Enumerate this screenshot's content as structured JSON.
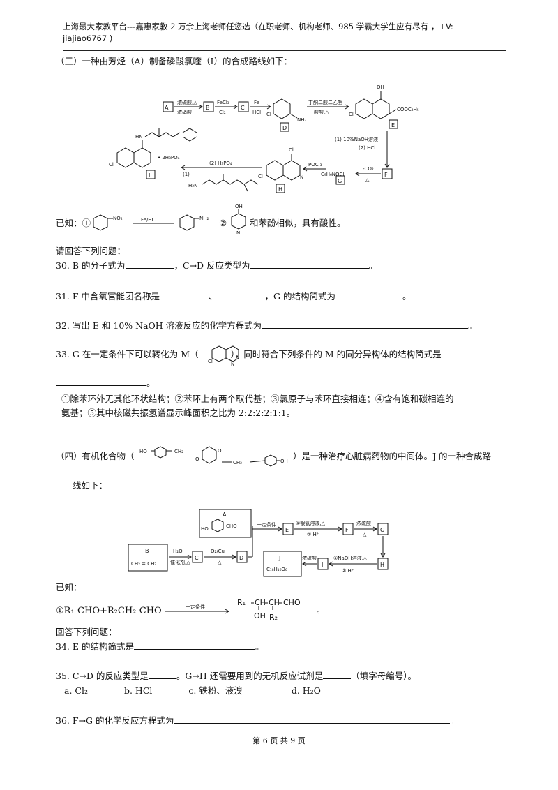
{
  "header": {
    "line1": "上海最大家教平台---嘉惠家教    2 万余上海老师任您选（在职老师、机构老师、985 学霸大学生应有尽有   ，+V:",
    "line2": "jiajiao6767 )"
  },
  "section3": {
    "title": "（三）一种由芳烃（A）制备磷酸氯喹（I）的合成路线如下：",
    "scheme": {
      "A": "A",
      "B": "B",
      "C": "C",
      "D": "D",
      "E": "E",
      "F": "F",
      "G": "G",
      "H": "H",
      "I": "I",
      "r1_top": "浓硫酸,△",
      "r1_bot": "浓硝酸",
      "r2_top": "FeCl₃",
      "r2_bot": "Cl₂",
      "r3_top": "Fe",
      "r3_bot": "HCl",
      "r4_top": "丁酮二酸二乙酯",
      "r4_bot": "酸酸,△",
      "e_oh": "OH",
      "e_cl": "Cl",
      "e_ester": "COOC₂H₅",
      "d_cl": "Cl",
      "d_nh2": "NH₂",
      "r5_a": "(1) 10%NaOH溶液",
      "r5_b": "(2) HCl",
      "r6_top": "-CO₂",
      "r6_bot": "△",
      "g_formula": "C₉H₆NOCl",
      "r7": "POCl₃",
      "h_cl": "Cl",
      "h_cl2": "Cl",
      "h_n": "N",
      "r8_a": "(2) H₃PO₄",
      "r8_b": "(1)",
      "side_amine": "H₂N",
      "i_hn": "HN",
      "i_cl": "Cl",
      "i_acid": "• 2H₃PO₄"
    },
    "known_label": "已知：①",
    "known_1_no2": "NO₂",
    "known_1_reagent": "Fe/HCl",
    "known_1_nh2": "NH₂",
    "known_2_num": "②",
    "known_2_oh": "OH",
    "known_2_n": "N",
    "known_2_text": "和苯酚相似，具有酸性。",
    "answer_prompt": "请回答下列问题：",
    "q30_a": "30. B 的分子式为",
    "q30_b": "，C→D 反应类型为",
    "q30_end": "。",
    "q31_a": "31. F 中含氧官能团名称是",
    "q31_b": "、",
    "q31_c": "，G 的结构简式为",
    "q31_end": "。",
    "q32_a": "32. 写出 E 和 10% NaOH 溶液反应的化学方程式为",
    "q32_end": "。",
    "q33_a": "33. G 在一定条件下可以转化为 M（",
    "q33_m_cl": "Cl",
    "q33_m_nh": "N",
    "q33_b": "），同时符合下列条件的 M 的同分异构体的结构简式是",
    "q33_end": "。",
    "cond_line1": "①除苯环外无其他环状结构；②苯环上有两个取代基；③氯原子与苯环直接相连；④含有饱和碳相连的",
    "cond_line2": "氨基；⑤其中核磁共振氢谱显示峰面积之比为 2:2:2:2:1:1。"
  },
  "section4": {
    "title_a": "（四）有机化合物（",
    "title_b": "）是一种治疗心脏病药物的中间体。J 的一种合成路",
    "title_c": "线如下：",
    "struct_ho": "HO",
    "struct_oh": "OH",
    "struct_ch2a": "CH₂",
    "struct_ch2b": "CH₂",
    "struct_o1": "O",
    "struct_o2": "O",
    "scheme": {
      "A": "A",
      "A_ho": "HO",
      "A_cho": "CHO",
      "B": "B",
      "B_formula": "CH₂ = CH₂",
      "C": "C",
      "D": "D",
      "E": "E",
      "F": "F",
      "G": "G",
      "H": "H",
      "I": "I",
      "J": "J",
      "J_formula": "C₁₈H₁₆O₆",
      "rB_top": "H₂O",
      "rB_bot": "催化剂,△",
      "rC_top": "O₂/Cu",
      "rC_bot": "△",
      "rAE": "一定条件",
      "rEF_top": "①银氨溶液,△",
      "rEF_bot": "② H⁺",
      "rFG_top": "浓硫酸",
      "rFG_bot": "△",
      "rHI_top": "①NaOH溶液,△",
      "rHI_bot": "② H⁺",
      "rIJ": "浓硫酸"
    },
    "known_label": "已知：",
    "known_eq_lhs": "①R₁-CHO+R₂CH₂-CHO",
    "known_eq_cond": "一定条件",
    "known_eq_r1": "R₁",
    "known_eq_ch1": "CH",
    "known_eq_ch2": "CH",
    "known_eq_cho": "CHO",
    "known_eq_oh": "OH",
    "known_eq_r2": "R₂",
    "known_eq_end": "。",
    "answer_prompt": "回答下列问题：",
    "q34_a": "34. E 的结构简式是",
    "q34_end": "。",
    "q35_a": "35. C→D 的反应类型是",
    "q35_b": "。G→H 还需要用到的无机反应试剂是",
    "q35_c": "（填字母编号）。",
    "options": [
      "a. Cl₂",
      "b. HCl",
      "c.  铁粉、液溴",
      "d. H₂O"
    ],
    "q36_a": "36. F→G 的化学反应方程式为",
    "q36_end": "。"
  },
  "footer": {
    "page": "第 6 页 共 9 页"
  }
}
